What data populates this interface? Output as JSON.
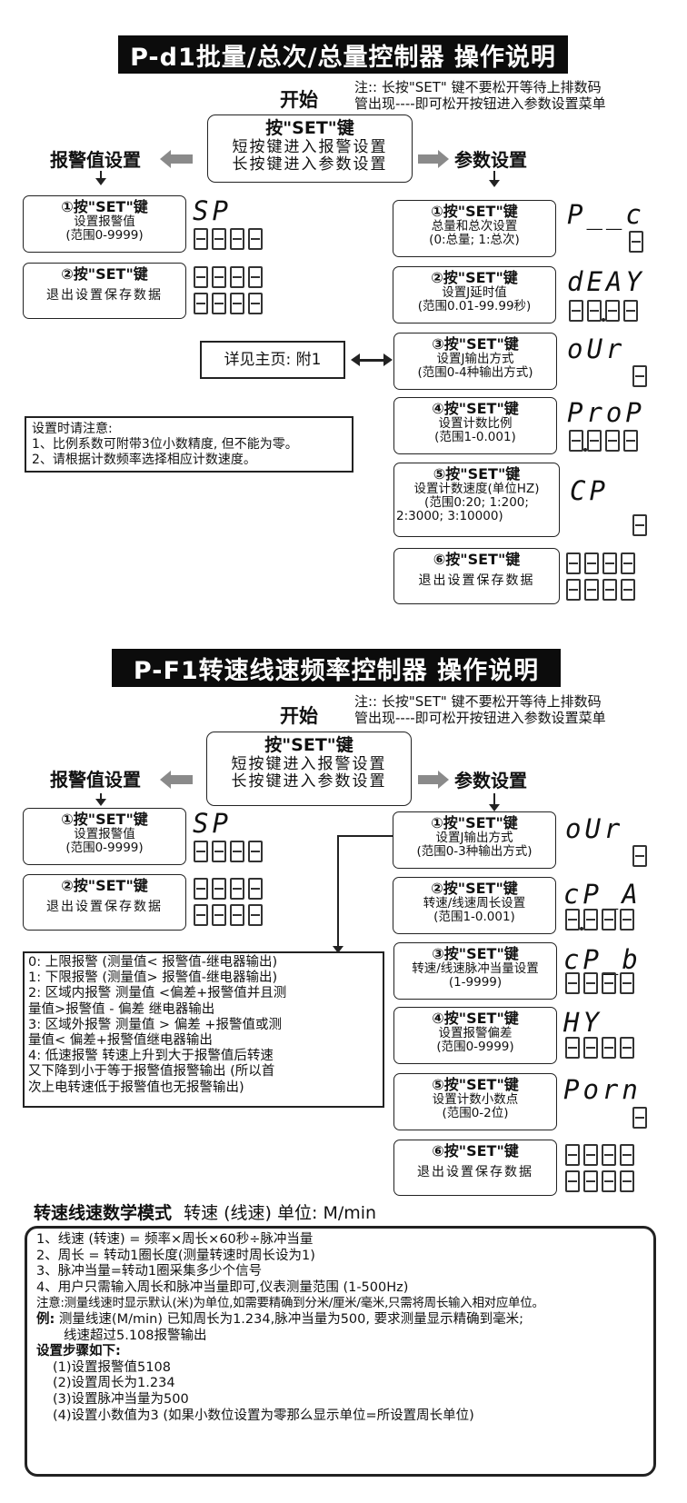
{
  "section1": {
    "title": "P-d1批量/总次/总量控制器  操作说明",
    "note_line1": "注:: 长按\"SET\" 键不要松开等待上排数码",
    "note_line2": "管出现----即可松开按钮进入参数设置菜单",
    "start_label": "开始",
    "main_box": {
      "heading": "按\"SET\"键",
      "line1": "短按键进入报警设置",
      "line2": "长按键进入参数设置"
    },
    "alarm_branch_label": "报警值设置",
    "param_branch_label": "参数设置",
    "alarm_steps": [
      {
        "heading": "①按\"SET\"键",
        "line1": "设置报警值",
        "line2": "(范围0-9999)",
        "display_top": "SP",
        "display_bottom": "8888"
      },
      {
        "heading": "②按\"SET\"键",
        "line1": "退出设置保存数据",
        "display_top": "8888",
        "display_bottom": "8888"
      }
    ],
    "param_steps": [
      {
        "heading": "①按\"SET\"键",
        "line1": "总量和总次设置",
        "line2": "(0:总量; 1:总次)",
        "display_top": "P__c",
        "display_bottom": "8"
      },
      {
        "heading": "②按\"SET\"键",
        "line1": "设置J延时值",
        "line2": "(范围0.01-99.99秒)",
        "display_top": "dEAY",
        "display_bottom": "88.88"
      },
      {
        "heading": "③按\"SET\"键",
        "line1": "设置J输出方式",
        "line2": "(范围0-4种输出方式)",
        "display_top": "oUr",
        "display_bottom": "8"
      },
      {
        "heading": "④按\"SET\"键",
        "line1": "设置计数比例",
        "line2": "(范围1-0.001)",
        "display_top": "ProP",
        "display_bottom": "8.888"
      },
      {
        "heading": "⑤按\"SET\"键",
        "line1": "设置计数速度(单位HZ)",
        "line2": "(范围0:20; 1:200;",
        "line3": "2:3000; 3:10000)",
        "display_top": "CP",
        "display_bottom": "8"
      },
      {
        "heading": "⑥按\"SET\"键",
        "line1": "退出设置保存数据",
        "display_top": "8888",
        "display_bottom": "8888"
      }
    ],
    "see_main_page": "详见主页: 附1",
    "setting_notes": [
      "设置时请注意:",
      "1、比例系数可附带3位小数精度, 但不能为零。",
      "2、请根据计数频率选择相应计数速度。"
    ]
  },
  "section2": {
    "title": "P-F1转速线速频率控制器  操作说明",
    "note_line1": "注:: 长按\"SET\" 键不要松开等待上排数码",
    "note_line2": "管出现----即可松开按钮进入参数设置菜单",
    "start_label": "开始",
    "main_box": {
      "heading": "按\"SET\"键",
      "line1": "短按键进入报警设置",
      "line2": "长按键进入参数设置"
    },
    "alarm_branch_label": "报警值设置",
    "param_branch_label": "参数设置",
    "alarm_steps": [
      {
        "heading": "①按\"SET\"键",
        "line1": "设置报警值",
        "line2": "(范围0-9999)",
        "display_top": "SP",
        "display_bottom": "8888"
      },
      {
        "heading": "②按\"SET\"键",
        "line1": "退出设置保存数据",
        "display_top": "8888",
        "display_bottom": "8888"
      }
    ],
    "param_steps": [
      {
        "heading": "①按\"SET\"键",
        "line1": "设置J输出方式",
        "line2": "(范围0-3种输出方式)",
        "display_top": "oUr",
        "display_bottom": "8"
      },
      {
        "heading": "②按\"SET\"键",
        "line1": "转速/线速周长设置",
        "line2": "(范围1-0.001)",
        "display_top": "cP_A",
        "display_bottom": "8.888"
      },
      {
        "heading": "③按\"SET\"键",
        "line1": "转速/线速脉冲当量设置",
        "line2": "(1-9999)",
        "display_top": "cP_b",
        "display_bottom": "8888"
      },
      {
        "heading": "④按\"SET\"键",
        "line1": "设置报警偏差",
        "line2": "(范围0-9999)",
        "display_top": "HY",
        "display_bottom": "8888"
      },
      {
        "heading": "⑤按\"SET\"键",
        "line1": "设置计数小数点",
        "line2": "(范围0-2位)",
        "display_top": "Porn",
        "display_bottom": "8"
      },
      {
        "heading": "⑥按\"SET\"键",
        "line1": "退出设置保存数据",
        "display_top": "8888",
        "display_bottom": "8888"
      }
    ],
    "output_modes": [
      "0: 上限报警  (测量值< 报警值-继电器输出)",
      "1: 下限报警  (测量值> 报警值-继电器输出)",
      "2:  区域内报警 测量值 <偏差+报警值并且测",
      "量值>报警值 - 偏差 继电器输出",
      "3:  区域外报警  测量值 > 偏差 +报警值或测",
      "量值< 偏差+报警值继电器输出",
      "4:  低速报警 转速上升到大于报警值后转速",
      "又下降到小于等于报警值报警输出 (所以首",
      "次上电转速低于报警值也无报警输出)"
    ]
  },
  "math_mode": {
    "title_bold": "转速线速数学模式",
    "title_rest": "转速 (线速) 单位: M/min",
    "lines": [
      "1、线速 (转速) = 频率×周长×60秒÷脉冲当量",
      "2、周长 = 转动1圈长度(测量转速时周长设为1)",
      "3、脉冲当量=转动1圈采集多少个信号",
      "4、用户只需输入周长和脉冲当量即可,仪表测量范围 (1-500Hz)",
      "注意:测量线速时显示默认(米)为单位,如需要精确到分米/厘米/毫米,只需将周长输入相对应单位。"
    ],
    "example_label": "例:",
    "example_line1": "测量线速(M/min) 已知周长为1.234,脉冲当量为500, 要求测量显示精确到毫米;",
    "example_line2": "线速超过5.108报警输出",
    "steps_title": "设置步骤如下:",
    "steps": [
      "(1)设置报警值5108",
      "(2)设置周长为1.234",
      "(3)设置脉冲当量为500",
      "(4)设置小数值为3 (如果小数位设置为零那么显示单位=所设置周长单位)"
    ]
  }
}
